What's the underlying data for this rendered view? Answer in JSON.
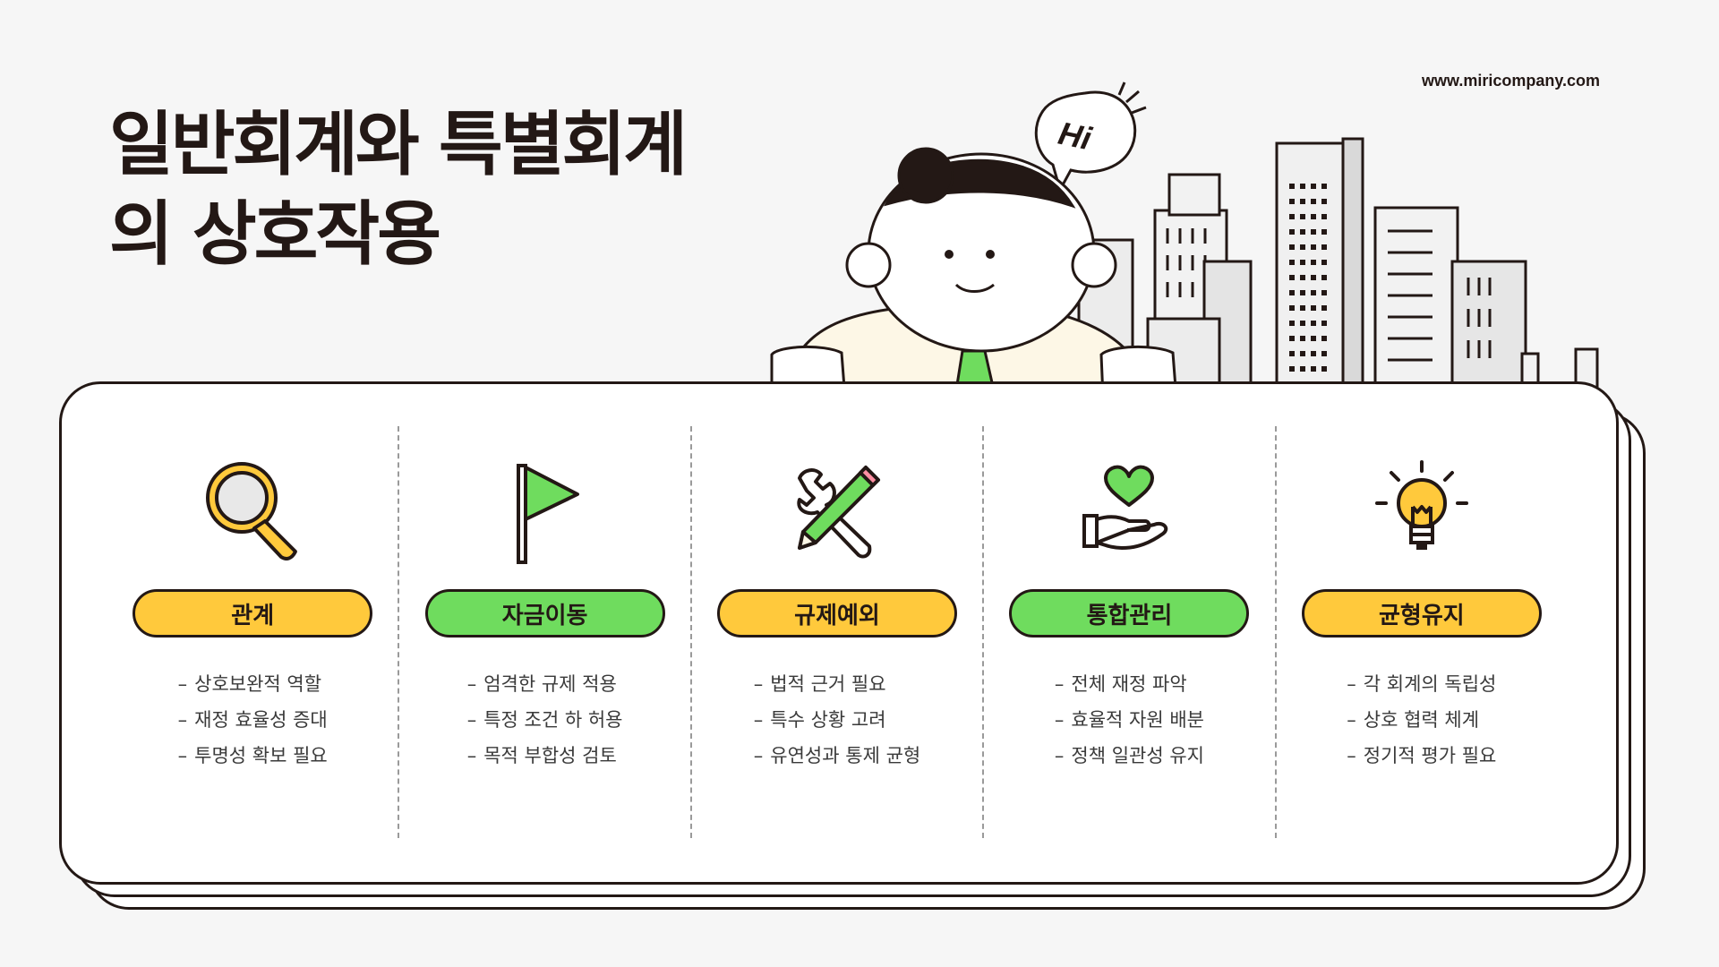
{
  "header": {
    "url": "www.miricompany.com",
    "title_line1": "일반회계와 특별회계",
    "title_line2": "의 상호작용"
  },
  "speech_bubble": {
    "text": "Hi"
  },
  "colors": {
    "yellow": "#ffc93c",
    "green": "#6fdc5e",
    "outline": "#231815",
    "background": "#f6f6f6"
  },
  "columns": [
    {
      "icon": "magnifier-icon",
      "color": "yellow",
      "label": "관계",
      "items": [
        "상호보완적 역할",
        "재정 효율성 증대",
        "투명성 확보 필요"
      ]
    },
    {
      "icon": "flag-icon",
      "color": "green",
      "label": "자금이동",
      "items": [
        "엄격한 규제 적용",
        "특정 조건 하 허용",
        "목적 부합성 검토"
      ]
    },
    {
      "icon": "tools-icon",
      "color": "yellow",
      "label": "규제예외",
      "items": [
        "법적 근거 필요",
        "특수 상황 고려",
        "유연성과 통제 균형"
      ]
    },
    {
      "icon": "heart-hand-icon",
      "color": "green",
      "label": "통합관리",
      "items": [
        "전체 재정 파악",
        "효율적 자원 배분",
        "정책 일관성 유지"
      ]
    },
    {
      "icon": "lightbulb-icon",
      "color": "yellow",
      "label": "균형유지",
      "items": [
        "각 회계의 독립성",
        "상호 협력 체계",
        "정기적 평가 필요"
      ]
    }
  ]
}
